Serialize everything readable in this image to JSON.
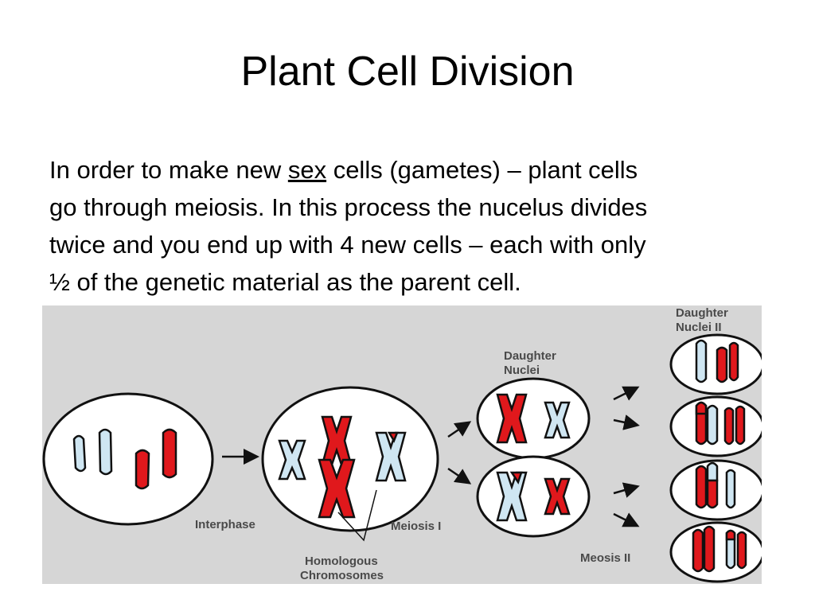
{
  "slide": {
    "title": "Plant Cell Division",
    "body": {
      "line1_before": "In order to make new ",
      "line1_underlined": "sex",
      "line1_after": " cells (gametes) – plant cells",
      "line2": "go through meiosis.   In this process the nucelus divides",
      "line3": "twice and you end up with 4 new cells – each with only",
      "line4": "½ of the genetic material as the parent cell."
    }
  },
  "diagram": {
    "labels": {
      "interphase": "Interphase",
      "meiosis_1": "Meiosis I",
      "meiosis_2": "Meosis II",
      "homologous_line1": "Homologous",
      "homologous_line2": "Chromosomes",
      "daughter_nuclei_line1": "Daughter",
      "daughter_nuclei_line2": "Nuclei",
      "daughter_nuclei_2_line1": "Daughter",
      "daughter_nuclei_2_line2": "Nuclei II"
    },
    "colors": {
      "background": "#d6d6d6",
      "cell_fill": "#ffffff",
      "maternal_chromosome": "#e0181c",
      "paternal_chromosome": "#cfe6f2",
      "outline": "#111111"
    }
  }
}
